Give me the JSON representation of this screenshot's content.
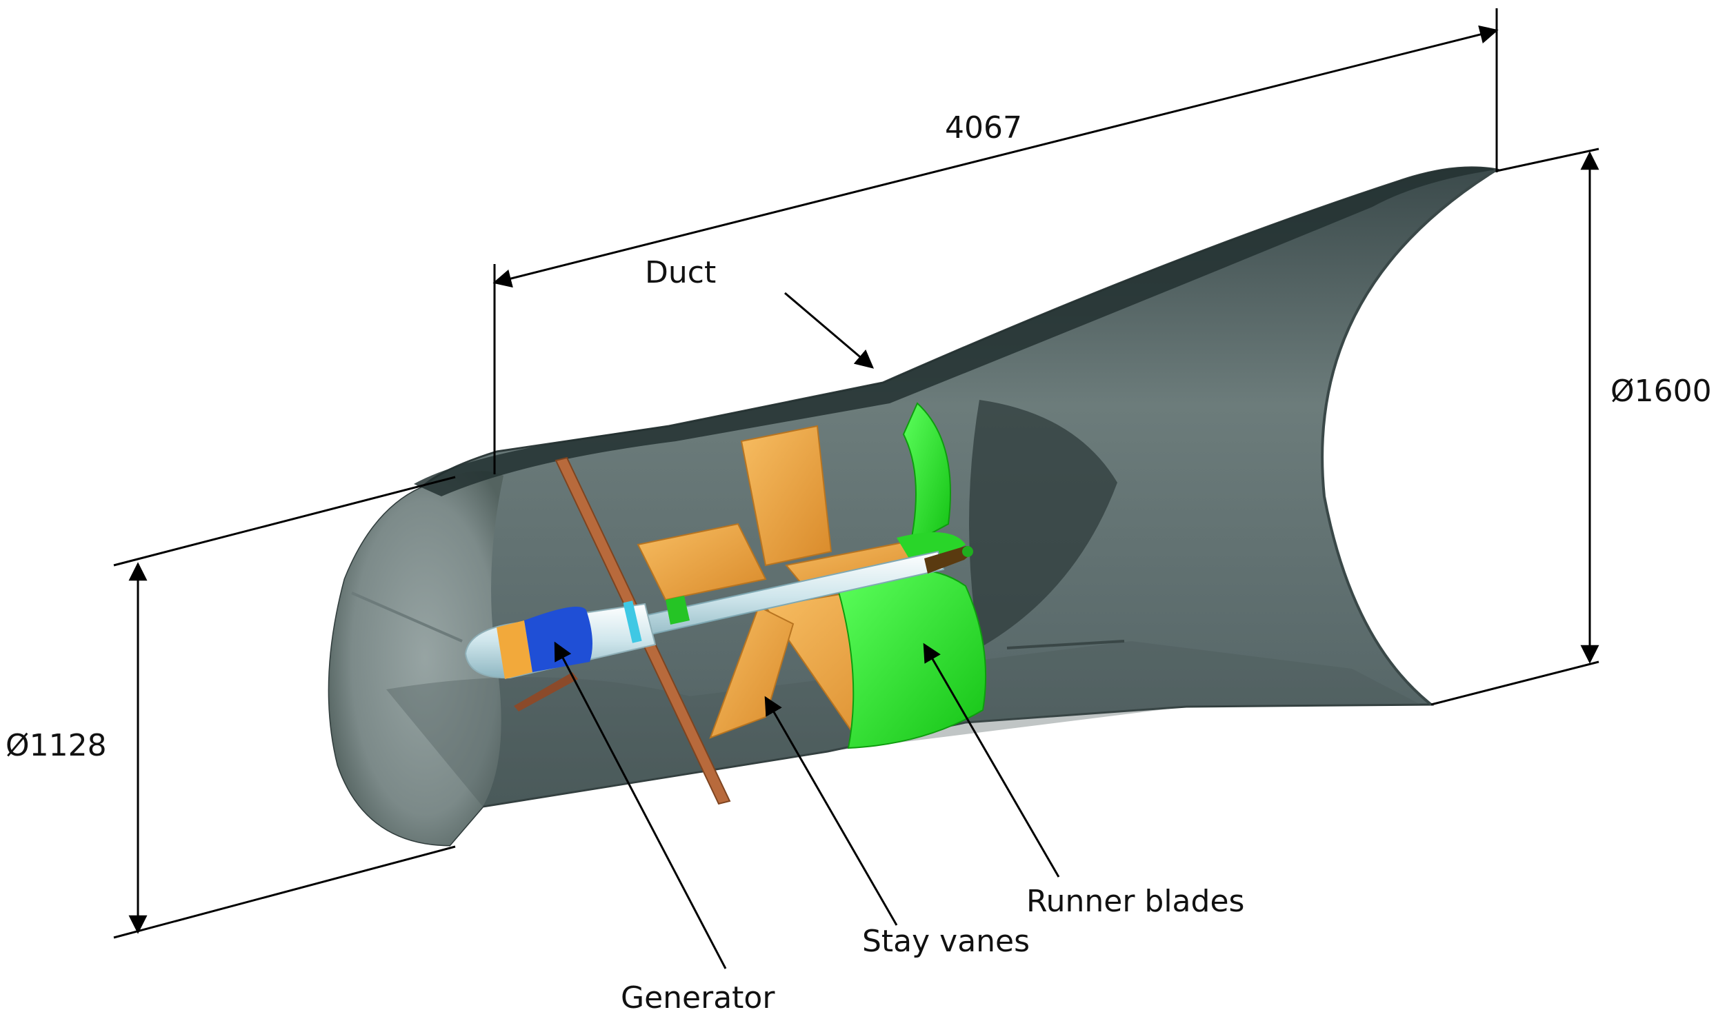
{
  "dimensions": {
    "length": "4067",
    "inlet_diameter": "Ø1128",
    "outlet_diameter": "Ø1600"
  },
  "labels": {
    "duct": "Duct",
    "generator": "Generator",
    "stay_vanes": "Stay vanes",
    "runner_blades": "Runner blades"
  },
  "colors": {
    "duct": "#5e6e6e",
    "duct_dark": "#3f4d4e",
    "runner_blades": "#22e822",
    "stay_vanes": "#f0a040",
    "generator_blue": "#1f4fd6",
    "generator_orange": "#f2a93b",
    "shaft": "#cfe6ec",
    "strut": "#b86a3c"
  }
}
